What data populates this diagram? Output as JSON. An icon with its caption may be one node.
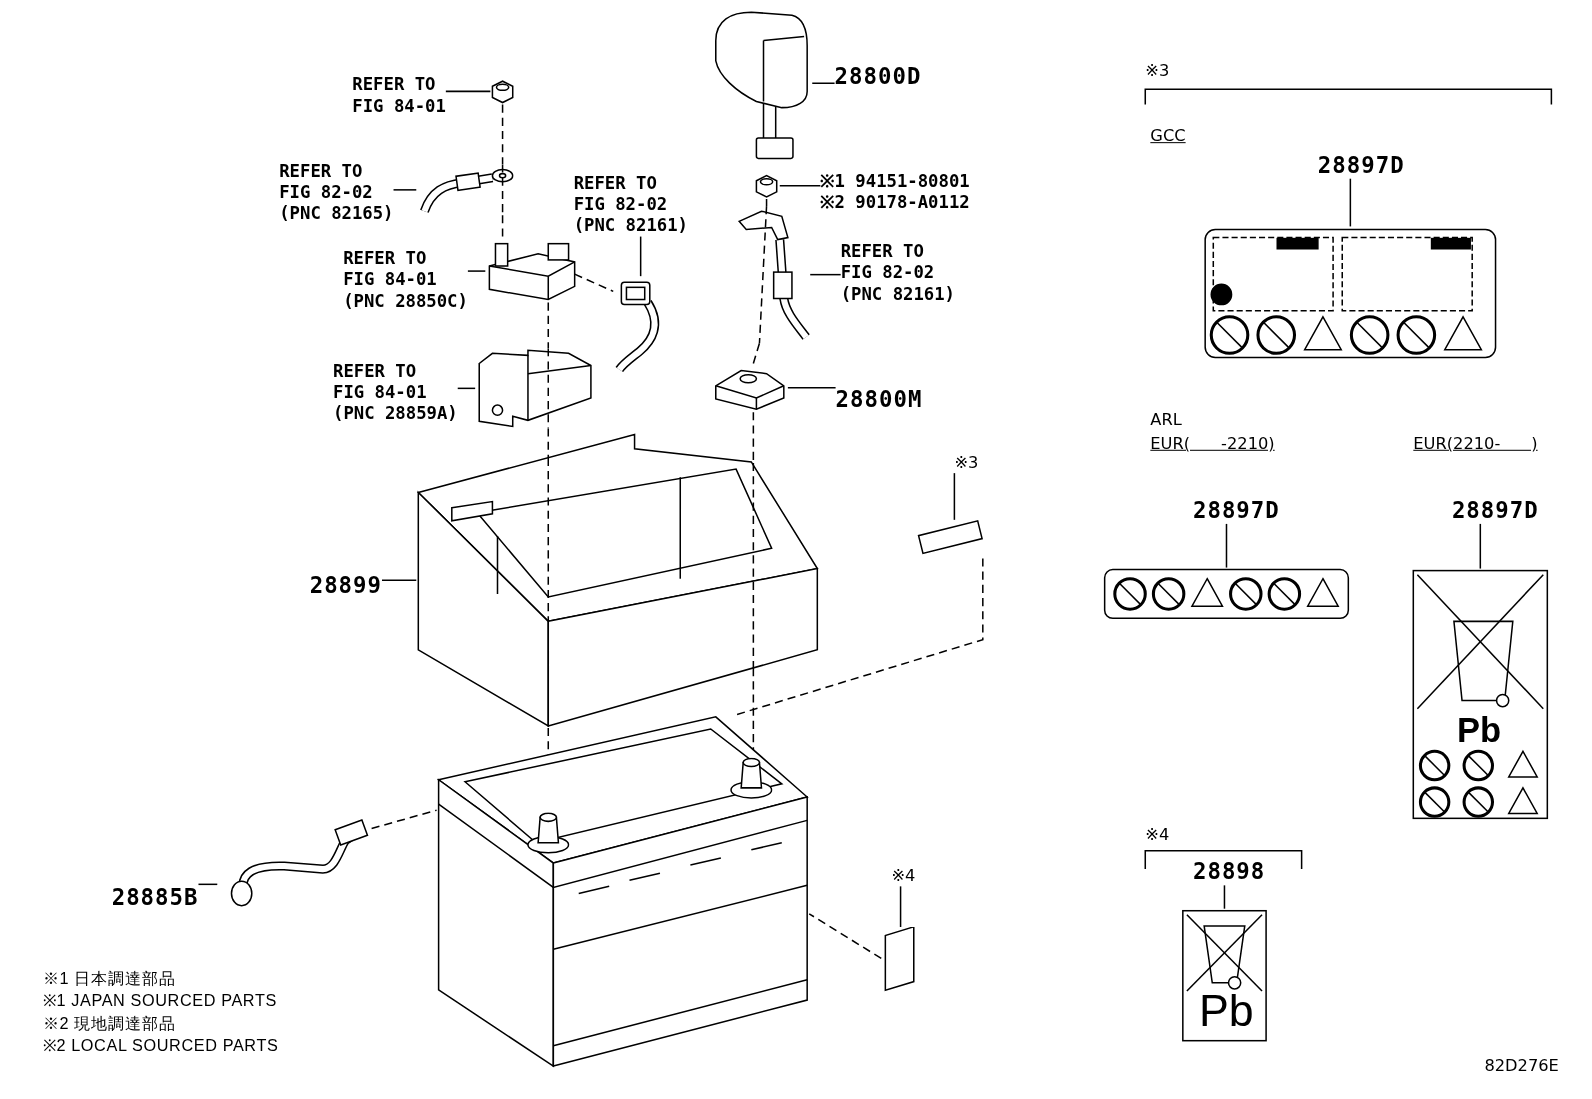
{
  "diagram": {
    "nodes": [
      {
        "text": [
          "REFER TO FIG 84-01"
        ]
      },
      {
        "text": [],
        "shape": "picture"
      },
      {
        "text": [
          "REFER TO FIG 82-02 (PNC 82165)"
        ]
      },
      {
        "text": [],
        "shape": "picture"
      },
      {
        "text": [
          "REFER TO FIG 84-01 (PNC 28850C)"
        ]
      },
      {
        "text": [],
        "shape": "picture"
      },
      {
        "text": [
          "REFER TO FIG 82-02 (PNC 82161)"
        ]
      },
      {
        "text": [],
        "shape": "picture"
      },
      {
        "text": [
          "REFER TO FIG 84-01 (PNC 28859A)"
        ]
      },
      {
        "text": [],
        "shape": "picture"
      },
      {
        "text": [
          "28800D"
        ]
      },
      {
        "text": [],
        "shape": "picture"
      },
      {
        "text": [
          "※1 94151-80801 ※2 90178-A0112"
        ]
      },
      {
        "text": [],
        "shape": "picture"
      },
      {
        "text": [
          "REFER TO FIG 82-02 (PNC 82161)"
        ]
      },
      {
        "text": [],
        "shape": "picture"
      },
      {
        "text": [
          "28800M"
        ]
      },
      {
        "text": [],
        "shape": "picture"
      },
      {
        "text": [
          "28899"
        ]
      },
      {
        "text": [],
        "shape": "picture"
      },
      {
        "text": [
          "28885B"
        ]
      },
      {
        "text": [],
        "shape": "picture"
      },
      {
        "text": [
          "※3"
        ]
      },
      {
        "text": [],
        "shape": "box"
      },
      {
        "text": [
          "※4"
        ]
      },
      {
        "text": [],
        "shape": "box"
      },
      {
        "text": [
          "28897D"
        ]
      },
      {
        "text": [],
        "shape": "picture"
      },
      {
        "text": [
          "28897D"
        ]
      },
      {
        "text": [],
        "shape": "picture"
      },
      {
        "text": [
          "28897D"
        ]
      },
      {
        "text": [],
        "shape": "picture"
      },
      {
        "text": [
          "28898"
        ]
      },
      {
        "text": [],
        "shape": "picture"
      },
      {
        "text": [],
        "shape": "picture"
      },
      {
        "text": [],
        "shape": "picture"
      },
      {
        "text": [],
        "shape": "picture"
      }
    ],
    "edges": [
      {
        "from": 0,
        "to": 1,
        "arrow": "none"
      },
      {
        "from": 2,
        "to": 3,
        "arrow": "none"
      },
      {
        "from": 4,
        "to": 5,
        "arrow": "none"
      },
      {
        "from": 6,
        "to": 7,
        "arrow": "none"
      },
      {
        "from": 8,
        "to": 9,
        "arrow": "none"
      },
      {
        "from": 10,
        "to": 11,
        "arrow": "none"
      },
      {
        "from": 12,
        "to": 13,
        "arrow": "none"
      },
      {
        "from": 14,
        "to": 15,
        "arrow": "none"
      },
      {
        "from": 16,
        "to": 17,
        "arrow": "none"
      },
      {
        "from": 18,
        "to": 19,
        "arrow": "none"
      },
      {
        "from": 20,
        "to": 21,
        "arrow": "none"
      },
      {
        "from": 22,
        "to": 23,
        "arrow": "none"
      },
      {
        "from": 24,
        "to": 25,
        "arrow": "none"
      },
      {
        "from": 26,
        "to": 27,
        "arrow": "none"
      },
      {
        "from": 28,
        "to": 29,
        "arrow": "none"
      },
      {
        "from": 30,
        "to": 31,
        "arrow": "none"
      },
      {
        "from": 32,
        "to": 33,
        "arrow": "none"
      },
      {
        "from": 1,
        "to": 3,
        "arrow": "none",
        "style": "dashed"
      },
      {
        "from": 3,
        "to": 5,
        "arrow": "none",
        "style": "dashed"
      },
      {
        "from": 5,
        "to": 7,
        "arrow": "none",
        "style": "dashed"
      },
      {
        "from": 5,
        "to": 9,
        "arrow": "none",
        "style": "dashed"
      },
      {
        "from": 9,
        "to": 19,
        "arrow": "none",
        "style": "dashed"
      },
      {
        "from": 19,
        "to": 35,
        "arrow": "none",
        "style": "dashed"
      },
      {
        "from": 13,
        "to": 15,
        "arrow": "none",
        "style": "dashed"
      },
      {
        "from": 15,
        "to": 17,
        "arrow": "none",
        "style": "dashed"
      },
      {
        "from": 17,
        "to": 19,
        "arrow": "none",
        "style": "dashed"
      },
      {
        "from": 19,
        "to": 36,
        "arrow": "none",
        "style": "dashed"
      },
      {
        "from": 23,
        "to": 34,
        "arrow": "none",
        "style": "dashed"
      },
      {
        "from": 21,
        "to": 34,
        "arrow": "none",
        "style": "dashed"
      },
      {
        "from": 25,
        "to": 34,
        "arrow": "none",
        "style": "dashed"
      }
    ],
    "labels": [
      "※3",
      "GCC",
      "ARL",
      "EUR(      -2210)",
      "EUR(2210-      )",
      "Pb",
      "※4",
      "Pb",
      "※1 日本調達部品",
      "※1 JAPAN SOURCED PARTS",
      "※2 現地調達部品",
      "※2 LOCAL SOURCED PARTS",
      "82D276E"
    ]
  }
}
